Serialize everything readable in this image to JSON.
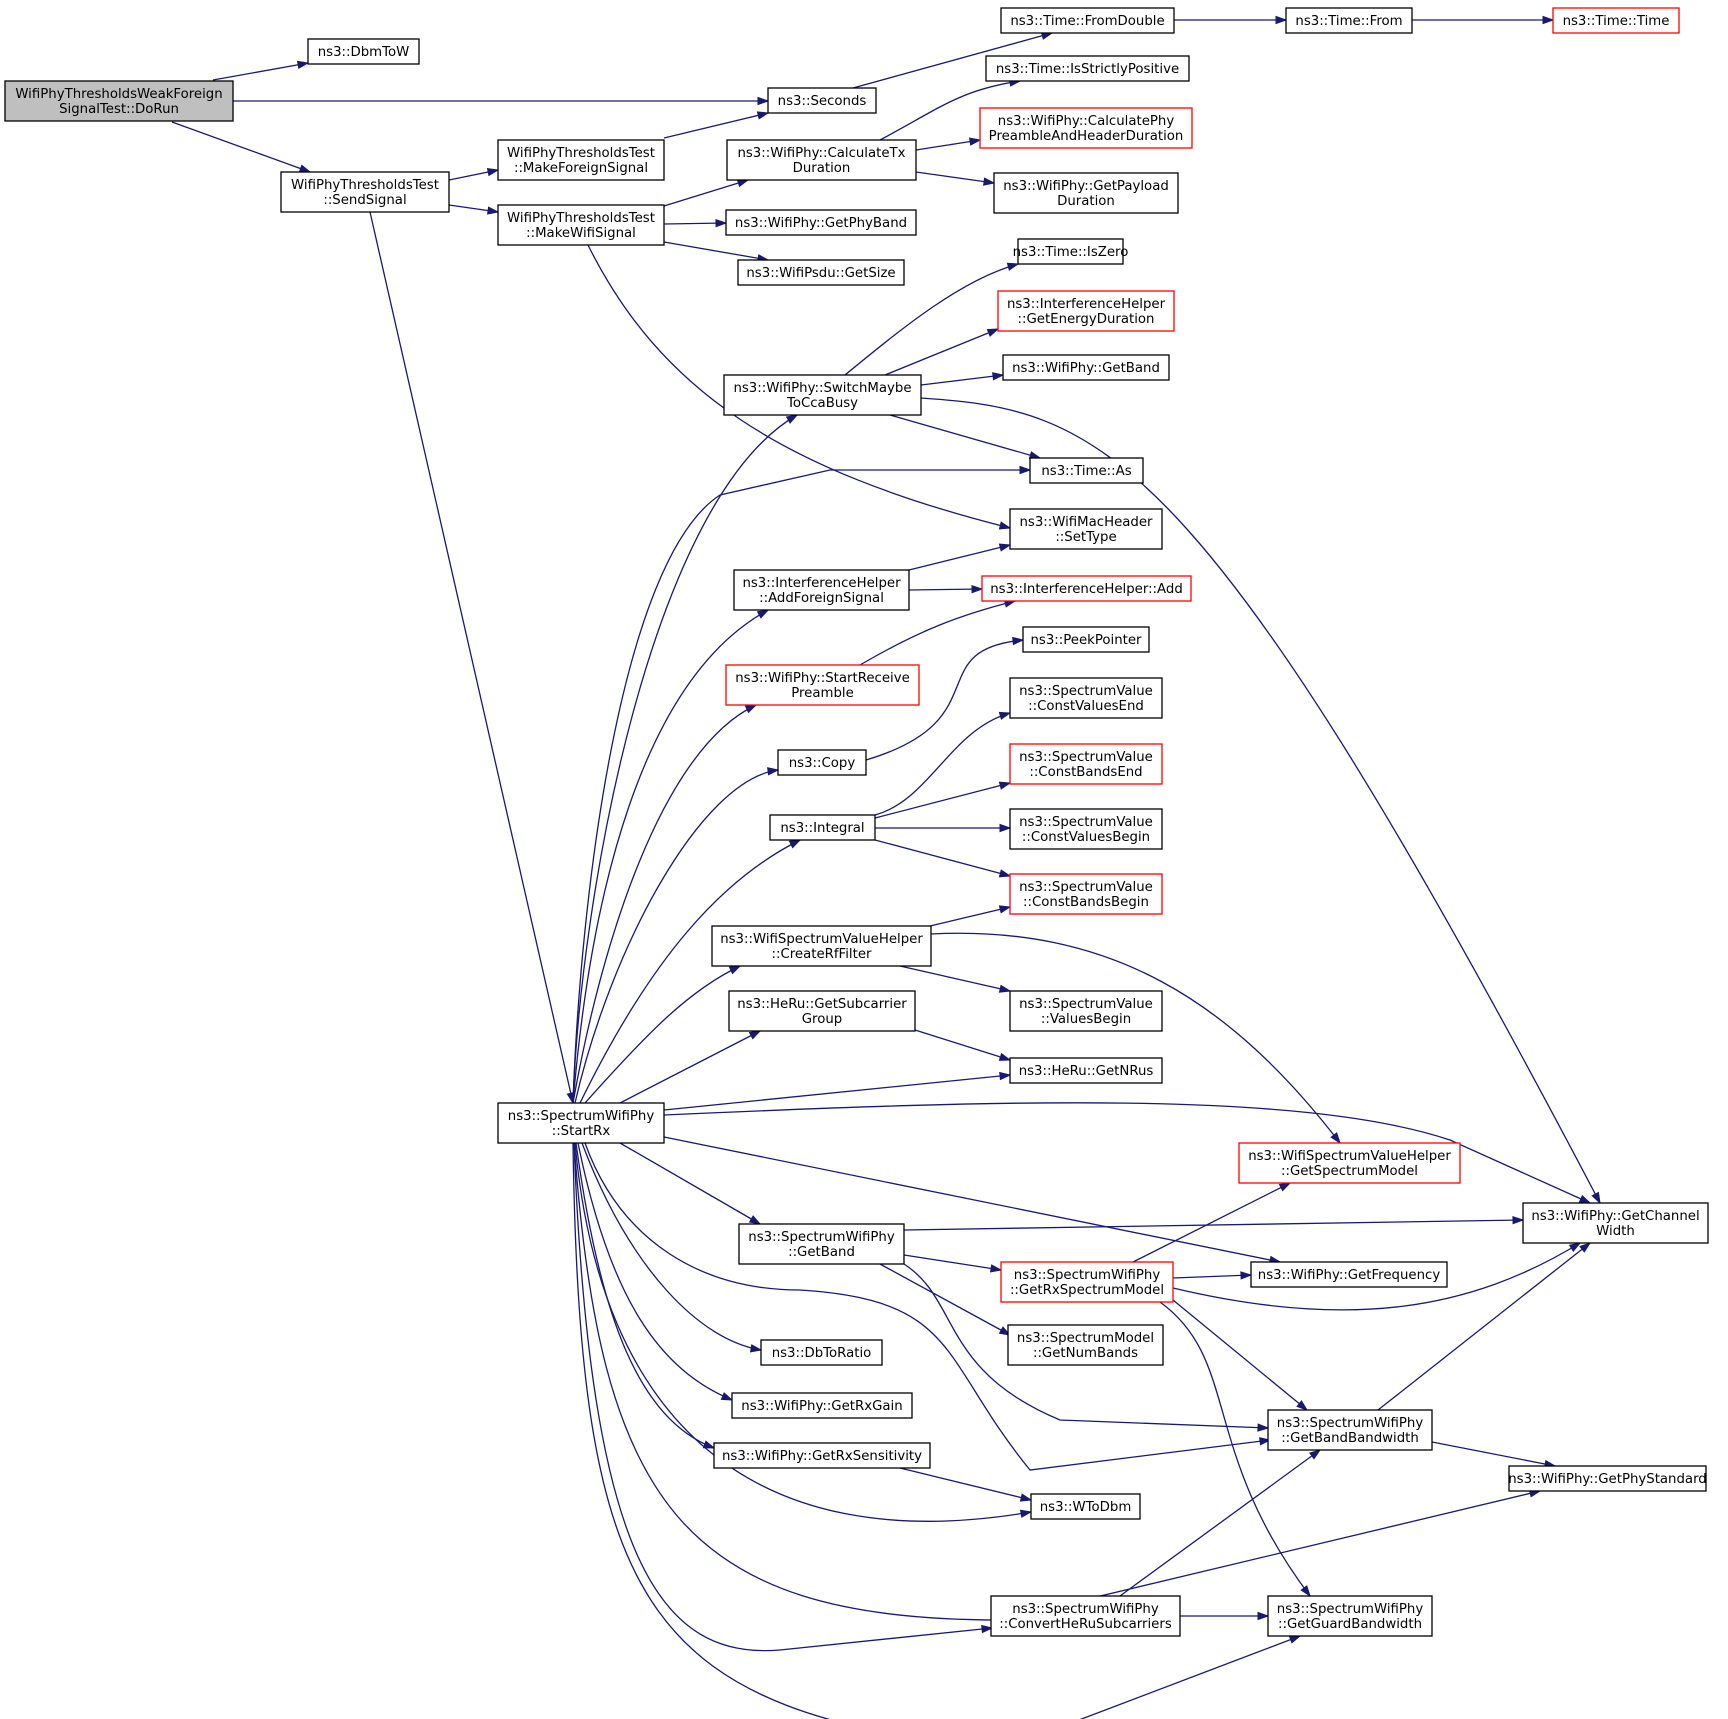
{
  "diagram": {
    "colors": {
      "edge": "#191970",
      "root_fill": "#bfbfbf",
      "incomplete_border": "#ff0000",
      "node_border": "#000000"
    },
    "nodes": [
      {
        "id": "dorun",
        "lines": [
          "WifiPhyThresholdsWeakForeign",
          "SignalTest::DoRun"
        ],
        "root": true
      },
      {
        "id": "dbmtow",
        "lines": [
          "ns3::DbmToW"
        ]
      },
      {
        "id": "seconds",
        "lines": [
          "ns3::Seconds"
        ]
      },
      {
        "id": "fromdouble",
        "lines": [
          "ns3::Time::FromDouble"
        ]
      },
      {
        "id": "from",
        "lines": [
          "ns3::Time::From"
        ]
      },
      {
        "id": "time",
        "lines": [
          "ns3::Time::Time"
        ],
        "red": true
      },
      {
        "id": "sendsignal",
        "lines": [
          "WifiPhyThresholdsTest",
          "::SendSignal"
        ]
      },
      {
        "id": "makeforeign",
        "lines": [
          "WifiPhyThresholdsTest",
          "::MakeForeignSignal"
        ]
      },
      {
        "id": "makewifi",
        "lines": [
          "WifiPhyThresholdsTest",
          "::MakeWifiSignal"
        ]
      },
      {
        "id": "isstrictly",
        "lines": [
          "ns3::Time::IsStrictlyPositive"
        ]
      },
      {
        "id": "calctx",
        "lines": [
          "ns3::WifiPhy::CalculateTx",
          "Duration"
        ]
      },
      {
        "id": "calcpre",
        "lines": [
          "ns3::WifiPhy::CalculatePhy",
          "PreambleAndHeaderDuration"
        ],
        "red": true
      },
      {
        "id": "getpayload",
        "lines": [
          "ns3::WifiPhy::GetPayload",
          "Duration"
        ]
      },
      {
        "id": "getphyband",
        "lines": [
          "ns3::WifiPhy::GetPhyBand"
        ]
      },
      {
        "id": "psdusize",
        "lines": [
          "ns3::WifiPsdu::GetSize"
        ]
      },
      {
        "id": "iszero",
        "lines": [
          "ns3::Time::IsZero"
        ]
      },
      {
        "id": "energydur",
        "lines": [
          "ns3::InterferenceHelper",
          "::GetEnergyDuration"
        ],
        "red": true
      },
      {
        "id": "switchcca",
        "lines": [
          "ns3::WifiPhy::SwitchMaybe",
          "ToCcaBusy"
        ]
      },
      {
        "id": "wifiphygetband",
        "lines": [
          "ns3::WifiPhy::GetBand"
        ]
      },
      {
        "id": "timeas",
        "lines": [
          "ns3::Time::As"
        ]
      },
      {
        "id": "settype",
        "lines": [
          "ns3::WifiMacHeader",
          "::SetType"
        ]
      },
      {
        "id": "addforeign",
        "lines": [
          "ns3::InterferenceHelper",
          "::AddForeignSignal"
        ]
      },
      {
        "id": "ihadd",
        "lines": [
          "ns3::InterferenceHelper::Add"
        ],
        "red": true
      },
      {
        "id": "startpre",
        "lines": [
          "ns3::WifiPhy::StartReceive",
          "Preamble"
        ],
        "red": true
      },
      {
        "id": "peek",
        "lines": [
          "ns3::PeekPointer"
        ]
      },
      {
        "id": "copy",
        "lines": [
          "ns3::Copy"
        ]
      },
      {
        "id": "cvend",
        "lines": [
          "ns3::SpectrumValue",
          "::ConstValuesEnd"
        ]
      },
      {
        "id": "cbend",
        "lines": [
          "ns3::SpectrumValue",
          "::ConstBandsEnd"
        ],
        "red": true
      },
      {
        "id": "integral",
        "lines": [
          "ns3::Integral"
        ]
      },
      {
        "id": "cvbegin",
        "lines": [
          "ns3::SpectrumValue",
          "::ConstValuesBegin"
        ]
      },
      {
        "id": "cbbegin",
        "lines": [
          "ns3::SpectrumValue",
          "::ConstBandsBegin"
        ],
        "red": true
      },
      {
        "id": "rffilter",
        "lines": [
          "ns3::WifiSpectrumValueHelper",
          "::CreateRfFilter"
        ]
      },
      {
        "id": "vbegin",
        "lines": [
          "ns3::SpectrumValue",
          "::ValuesBegin"
        ]
      },
      {
        "id": "subgroup",
        "lines": [
          "ns3::HeRu::GetSubcarrier",
          "Group"
        ]
      },
      {
        "id": "getnrus",
        "lines": [
          "ns3::HeRu::GetNRus"
        ]
      },
      {
        "id": "startrx",
        "lines": [
          "ns3::SpectrumWifiPhy",
          "::StartRx"
        ]
      },
      {
        "id": "svhmodel",
        "lines": [
          "ns3::WifiSpectrumValueHelper",
          "::GetSpectrumModel"
        ],
        "red": true
      },
      {
        "id": "chwidth",
        "lines": [
          "ns3::WifiPhy::GetChannel",
          "Width"
        ]
      },
      {
        "id": "swpgetband",
        "lines": [
          "ns3::SpectrumWifiPhy",
          "::GetBand"
        ]
      },
      {
        "id": "rxmodel",
        "lines": [
          "ns3::SpectrumWifiPhy",
          "::GetRxSpectrumModel"
        ],
        "red": true
      },
      {
        "id": "getfreq",
        "lines": [
          "ns3::WifiPhy::GetFrequency"
        ]
      },
      {
        "id": "numbands",
        "lines": [
          "ns3::SpectrumModel",
          "::GetNumBands"
        ]
      },
      {
        "id": "dbtoratio",
        "lines": [
          "ns3::DbToRatio"
        ]
      },
      {
        "id": "rxgain",
        "lines": [
          "ns3::WifiPhy::GetRxGain"
        ]
      },
      {
        "id": "bandbw",
        "lines": [
          "ns3::SpectrumWifiPhy",
          "::GetBandBandwidth"
        ]
      },
      {
        "id": "phystd",
        "lines": [
          "ns3::WifiPhy::GetPhyStandard"
        ]
      },
      {
        "id": "rxsens",
        "lines": [
          "ns3::WifiPhy::GetRxSensitivity"
        ]
      },
      {
        "id": "wtodbm",
        "lines": [
          "ns3::WToDbm"
        ]
      },
      {
        "id": "convhe",
        "lines": [
          "ns3::SpectrumWifiPhy",
          "::ConvertHeRuSubcarriers"
        ]
      },
      {
        "id": "guardbw",
        "lines": [
          "ns3::SpectrumWifiPhy",
          "::GetGuardBandwidth"
        ]
      }
    ],
    "edges": [
      [
        "dorun",
        "dbmtow"
      ],
      [
        "dorun",
        "seconds"
      ],
      [
        "dorun",
        "sendsignal"
      ],
      [
        "seconds",
        "fromdouble"
      ],
      [
        "fromdouble",
        "from"
      ],
      [
        "from",
        "time"
      ],
      [
        "sendsignal",
        "makeforeign"
      ],
      [
        "sendsignal",
        "makewifi"
      ],
      [
        "sendsignal",
        "startrx"
      ],
      [
        "makeforeign",
        "seconds"
      ],
      [
        "makewifi",
        "calctx"
      ],
      [
        "makewifi",
        "getphyband"
      ],
      [
        "makewifi",
        "psdusize"
      ],
      [
        "makewifi",
        "settype"
      ],
      [
        "calctx",
        "isstrictly"
      ],
      [
        "calctx",
        "calcpre"
      ],
      [
        "calctx",
        "getpayload"
      ],
      [
        "switchcca",
        "iszero"
      ],
      [
        "switchcca",
        "energydur"
      ],
      [
        "switchcca",
        "wifiphygetband"
      ],
      [
        "switchcca",
        "timeas"
      ],
      [
        "switchcca",
        "chwidth"
      ],
      [
        "addforeign",
        "settype"
      ],
      [
        "addforeign",
        "ihadd"
      ],
      [
        "startpre",
        "ihadd"
      ],
      [
        "copy",
        "peek"
      ],
      [
        "integral",
        "cvend"
      ],
      [
        "integral",
        "cbend"
      ],
      [
        "integral",
        "cvbegin"
      ],
      [
        "integral",
        "cbbegin"
      ],
      [
        "rffilter",
        "cbbegin"
      ],
      [
        "rffilter",
        "vbegin"
      ],
      [
        "rffilter",
        "svhmodel"
      ],
      [
        "subgroup",
        "getnrus"
      ],
      [
        "startrx",
        "switchcca"
      ],
      [
        "startrx",
        "timeas"
      ],
      [
        "startrx",
        "addforeign"
      ],
      [
        "startrx",
        "startpre"
      ],
      [
        "startrx",
        "copy"
      ],
      [
        "startrx",
        "integral"
      ],
      [
        "startrx",
        "rffilter"
      ],
      [
        "startrx",
        "subgroup"
      ],
      [
        "startrx",
        "getnrus"
      ],
      [
        "startrx",
        "chwidth"
      ],
      [
        "startrx",
        "swpgetband"
      ],
      [
        "startrx",
        "getfreq"
      ],
      [
        "startrx",
        "bandbw"
      ],
      [
        "startrx",
        "dbtoratio"
      ],
      [
        "startrx",
        "rxgain"
      ],
      [
        "startrx",
        "rxsens"
      ],
      [
        "startrx",
        "wtodbm"
      ],
      [
        "startrx",
        "phystd"
      ],
      [
        "startrx",
        "convhe"
      ],
      [
        "startrx",
        "guardbw"
      ],
      [
        "swpgetband",
        "chwidth"
      ],
      [
        "swpgetband",
        "rxmodel"
      ],
      [
        "swpgetband",
        "numbands"
      ],
      [
        "swpgetband",
        "bandbw"
      ],
      [
        "rxmodel",
        "svhmodel"
      ],
      [
        "rxmodel",
        "getfreq"
      ],
      [
        "rxmodel",
        "chwidth"
      ],
      [
        "rxmodel",
        "bandbw"
      ],
      [
        "rxmodel",
        "guardbw"
      ],
      [
        "bandbw",
        "chwidth"
      ],
      [
        "bandbw",
        "phystd"
      ],
      [
        "rxsens",
        "wtodbm"
      ],
      [
        "convhe",
        "bandbw"
      ],
      [
        "convhe",
        "guardbw"
      ]
    ]
  }
}
